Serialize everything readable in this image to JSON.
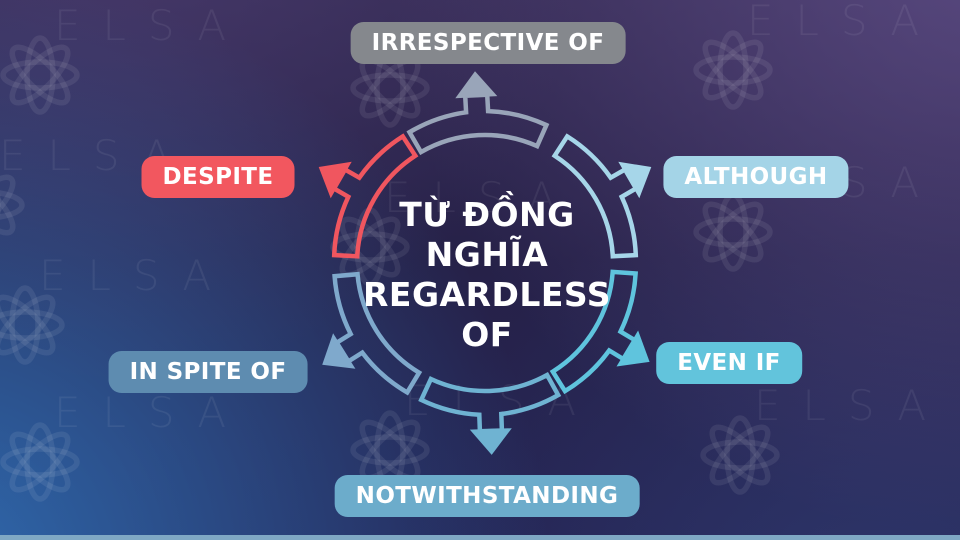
{
  "watermark": {
    "brand": "ELSA"
  },
  "center_title": {
    "lines": [
      "TỪ ĐỒNG",
      "NGHĨA",
      "REGARDLESS",
      "OF"
    ]
  },
  "theme": {
    "bg_base": "#232047",
    "bg_purple_top_right": "#473C63",
    "bg_blue_bottom_left": "#2E5C8E",
    "bottom_strip": "#7FA8C4",
    "text": "#FFFFFF"
  },
  "diagram": {
    "type": "circular-synonym-wheel",
    "items": [
      {
        "id": "irrespective-of",
        "label": "IRRESPECTIVE OF",
        "badge_color": "#85888D",
        "arrow_color": "#99A5B9",
        "angle_deg": 93
      },
      {
        "id": "although",
        "label": "ALTHOUGH",
        "badge_color": "#A4D4E7",
        "arrow_color": "#A6D6E9",
        "angle_deg": 30
      },
      {
        "id": "even-if",
        "label": "EVEN IF",
        "badge_color": "#62C4DC",
        "arrow_color": "#5FC4DD",
        "angle_deg": -31
      },
      {
        "id": "notwithstanding",
        "label": "NOTWITHSTANDING",
        "badge_color": "#6CACCB",
        "arrow_color": "#6FB3D2",
        "angle_deg": -88
      },
      {
        "id": "in-spite-of",
        "label": "IN SPITE OF",
        "badge_color": "#5E8CB0",
        "arrow_color": "#7FA9CC",
        "angle_deg": -148
      },
      {
        "id": "despite",
        "label": "DESPITE",
        "badge_color": "#F2575F",
        "arrow_color": "#F0565F",
        "angle_deg": 150
      }
    ]
  }
}
